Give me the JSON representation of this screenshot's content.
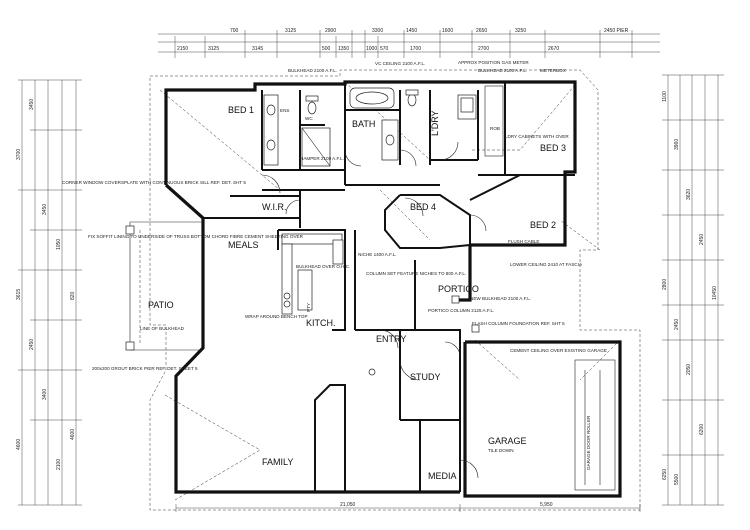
{
  "rooms": {
    "bed1": "BED 1",
    "bed2": "BED 2",
    "bed3": "BED 3",
    "bed4": "BED 4",
    "bath": "BATH",
    "ldry": "L'DRY",
    "wir": "W.I.R.",
    "meals": "MEALS",
    "kitch": "KITCH.",
    "patio": "PATIO",
    "entry": "ENTRY",
    "portico": "PORTICO",
    "study": "STUDY",
    "garage": "GARAGE",
    "family": "FAMILY",
    "media": "MEDIA",
    "ens": "ENS",
    "wc": "WC",
    "pty": "PTY"
  },
  "notes": {
    "bulkhead_top": "BULKHEAD 2100 A.F.L.",
    "vc_ceiling": "VC CEILING 2100 A.F.L.",
    "approx_position": "APPROX POSITION GAS METER",
    "meterbox": "METERBOX",
    "bulkhead_right": "BULKHEAD 2100 A.F.L.",
    "ldry_cabinets": "LDRY CABINETS WITH OVER",
    "hamper": "HAMPER 2100 A.F.L.",
    "corner_window": "CORNER WINDOW COVERSPLATE WITH CONTINUOUS BRICK SILL REF. DET. SHT 5",
    "fix_soffit": "FIX SOFFIT LINING TO UNDERSIDE OF TRUSS BOTTOM CHORD FIBRE CEMENT SHEETING OVER",
    "line_bulkhead": "LINE OF BULKHEAD",
    "brick_pier": "200x200 GROUT BRICK PIER REF. DET. SHEET 5",
    "wrap_around": "WRAP AROUND BENCH TOP",
    "bulkhead_overhead": "BULKHEAD OVER O.H.C.",
    "niche": "NICHE 1400 A.F.L.",
    "column_feature": "COLUMN SET FEATURE NICHES TO 800 A.F.L.",
    "new_bulkhead": "NEW BULKHEAD 2100 A.F.L.",
    "flush_cable": "FLUSH CABLE",
    "lower_ceiling": "LOWER CEILING 2410 AT FASCIA",
    "flash_column": "FLASH COLUMN FOUNDATION REF. SHT 5",
    "portico_column": "PORTICO COLUMN 2125 A.F.L.",
    "garage_ceiling": "CEMENT CEILING OVER EXISTING GARAGE",
    "garage_door": "GARAGE DOOR ROLLER",
    "tile_down": "TILE DOWN",
    "rob": "ROB"
  },
  "dimensions": {
    "top_row_1": [
      "2150",
      "3125",
      "3145",
      "500",
      "1350",
      "1000",
      "570",
      "1700",
      "2700",
      "2670"
    ],
    "top_row_2": [
      "700",
      "3125",
      "2900",
      "3300",
      "1450",
      "1600",
      "2650",
      "3250",
      "2450 PIER"
    ],
    "left_col": [
      "3700",
      "3450",
      "3450",
      "1050",
      "820",
      "3615",
      "2450",
      "4600",
      "3400",
      "2100",
      "4600"
    ],
    "right_col": [
      "1100",
      "3960",
      "3620",
      "2450",
      "2800",
      "2450",
      "2050",
      "6200",
      "6250",
      "5500",
      "10450"
    ],
    "bottom": [
      "21,050",
      "5,950"
    ]
  },
  "colors": {
    "ink": "#111111",
    "paper": "#ffffff"
  }
}
